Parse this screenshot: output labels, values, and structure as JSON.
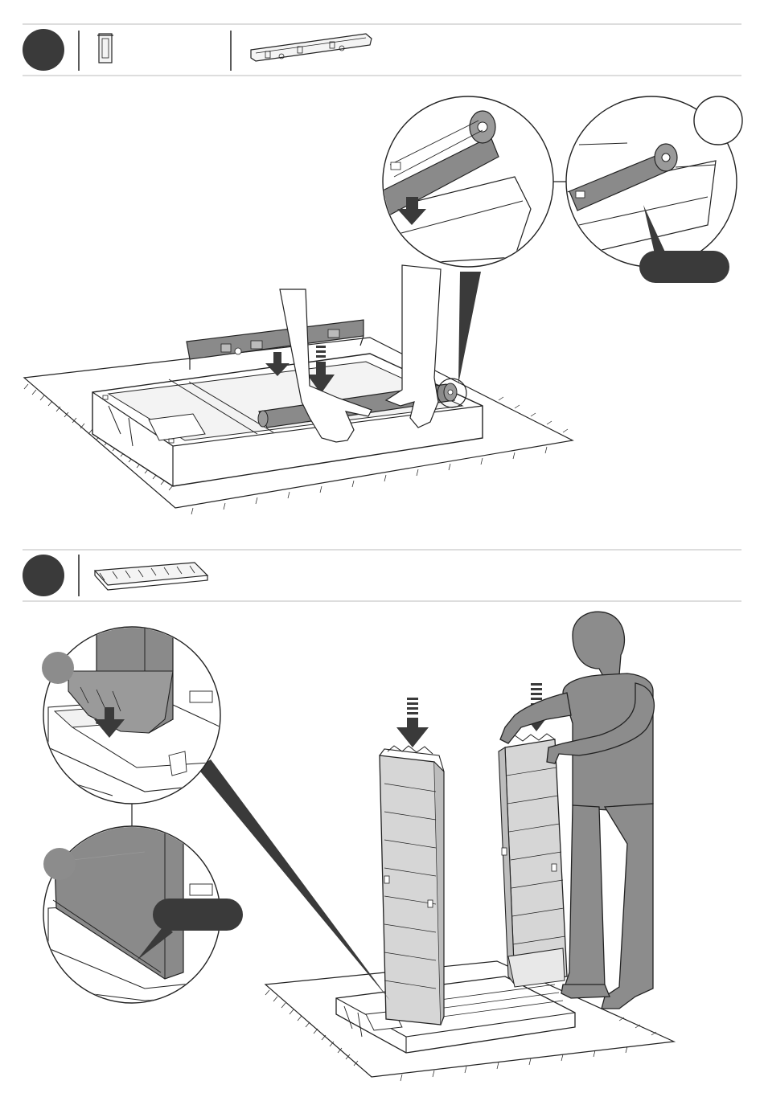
{
  "manual": {
    "steps": [
      {
        "step_badge": "",
        "parts": [
          "end-bracket",
          "long-rail"
        ],
        "callout_text": "",
        "detail_badge": ""
      },
      {
        "step_badge": "",
        "parts": [
          "wall-panel"
        ],
        "callout_text": "",
        "detail_badges": [
          "",
          ""
        ]
      }
    ]
  },
  "colors": {
    "badge": "#3a3a3a",
    "part_fill": "#8a8a8a",
    "part_light": "#d6d6d6",
    "person": "#8c8c8c",
    "line": "#222222"
  }
}
